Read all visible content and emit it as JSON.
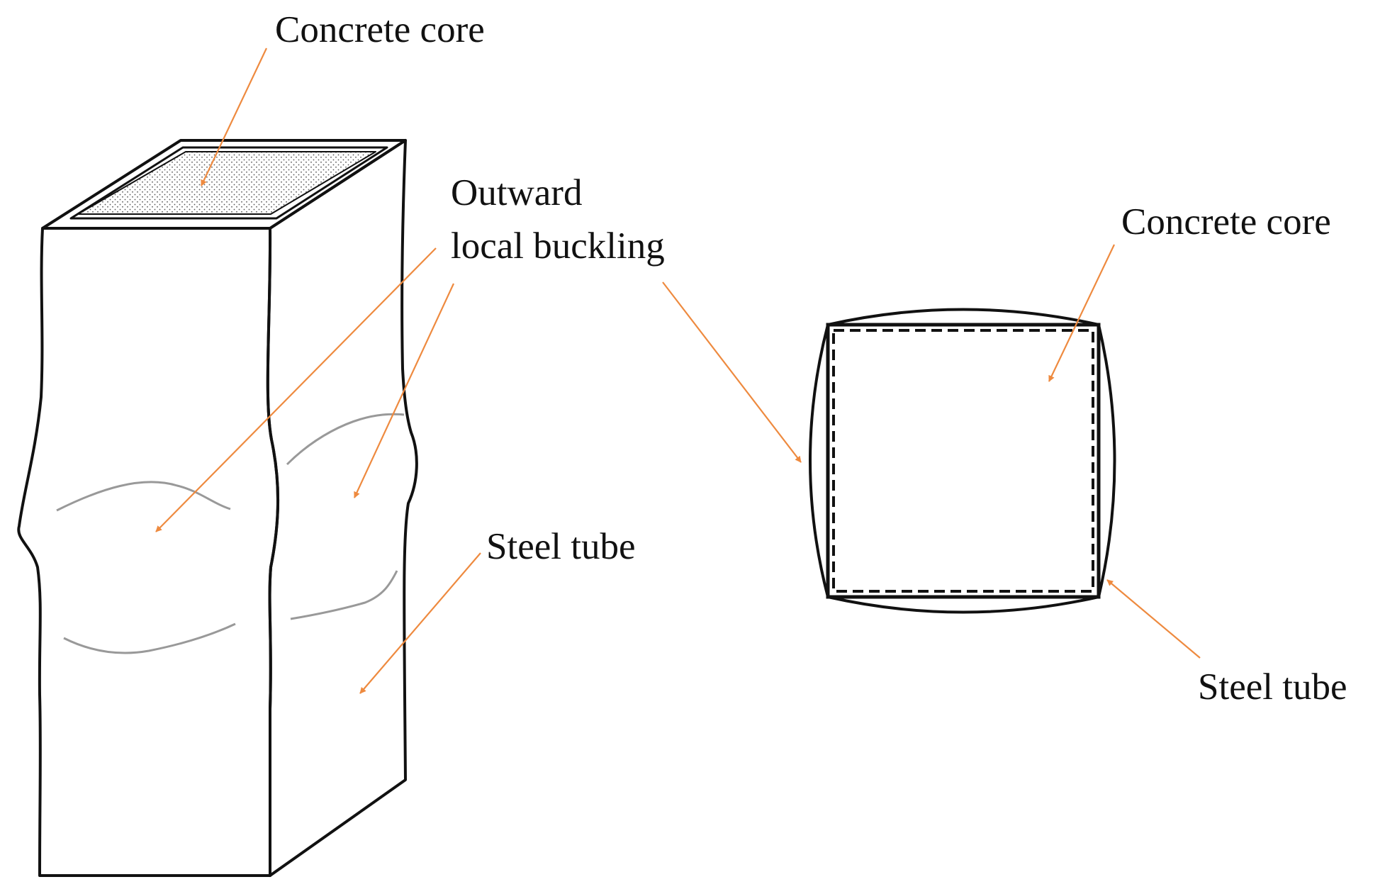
{
  "labels": {
    "column_concrete_core": "Concrete core",
    "outward_line1": "Outward",
    "outward_line2": "local buckling",
    "column_steel_tube": "Steel tube",
    "section_concrete_core": "Concrete core",
    "section_steel_tube": "Steel tube"
  },
  "colors": {
    "arrow": "#EE8A3F",
    "outline": "#111111",
    "wrinkle": "#999999",
    "speckle": "#555555"
  }
}
